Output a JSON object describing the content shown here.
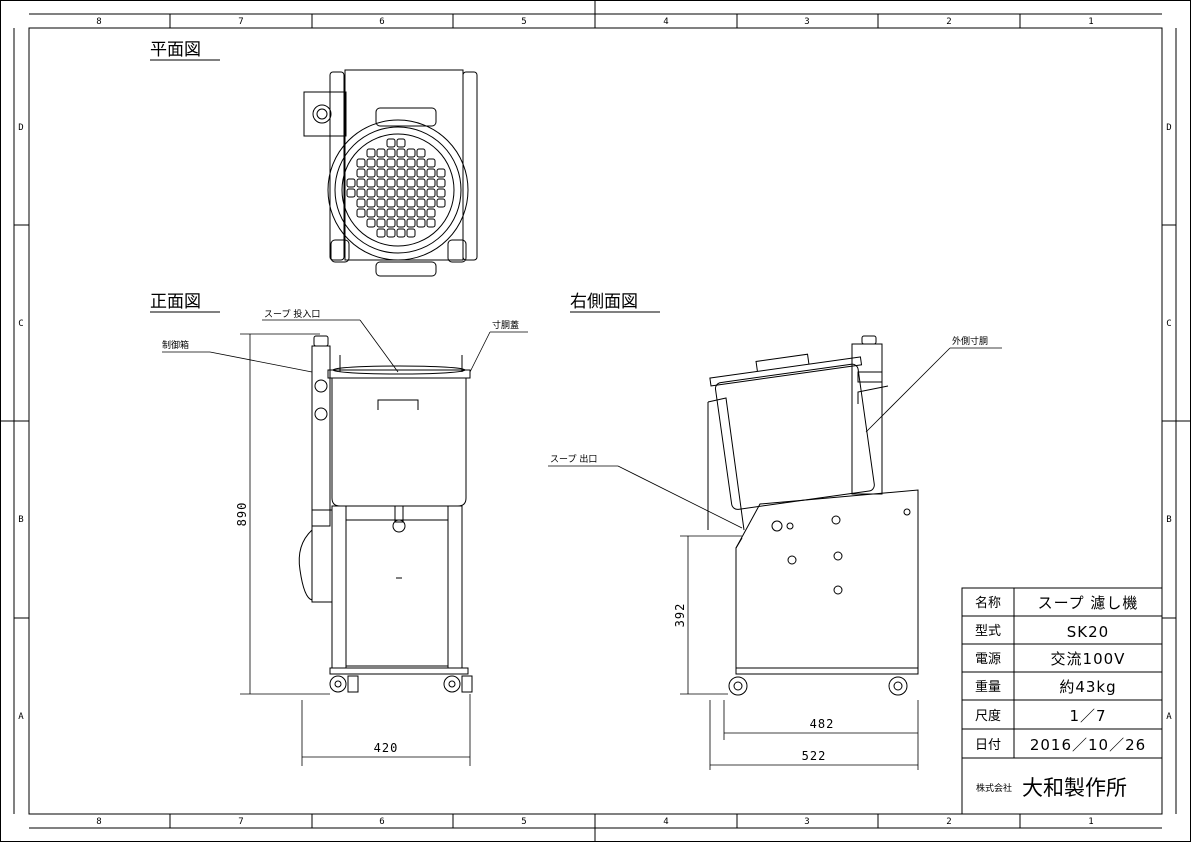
{
  "border": {
    "top_zones": [
      "8",
      "7",
      "6",
      "5",
      "4",
      "3",
      "2",
      "1"
    ],
    "bottom_zones": [
      "8",
      "7",
      "6",
      "5",
      "4",
      "3",
      "2",
      "1"
    ],
    "left_zones": [
      "D",
      "C",
      "B",
      "A"
    ],
    "right_zones": [
      "D",
      "C",
      "B",
      "A"
    ]
  },
  "views": {
    "plan": "平面図",
    "front": "正面図",
    "side": "右側面図"
  },
  "labels": {
    "inlet": "スープ 投入口",
    "lid": "寸胴蓋",
    "control_box": "制御箱",
    "outer_pot": "外側寸胴",
    "outlet": "スープ 出口"
  },
  "dimensions": {
    "front_height": "890",
    "front_width": "420",
    "side_height": "392",
    "side_width_inner": "482",
    "side_width_outer": "522"
  },
  "title_block": {
    "rows": [
      {
        "key": "名称",
        "value": "スープ 濾し機"
      },
      {
        "key": "型式",
        "value": "SK20"
      },
      {
        "key": "電源",
        "value": "交流100V"
      },
      {
        "key": "重量",
        "value": "約43kg"
      },
      {
        "key": "尺度",
        "value": "1／7"
      },
      {
        "key": "日付",
        "value": "2016／10／26"
      }
    ],
    "company_prefix": "株式会社",
    "company_name": "大和製作所"
  }
}
